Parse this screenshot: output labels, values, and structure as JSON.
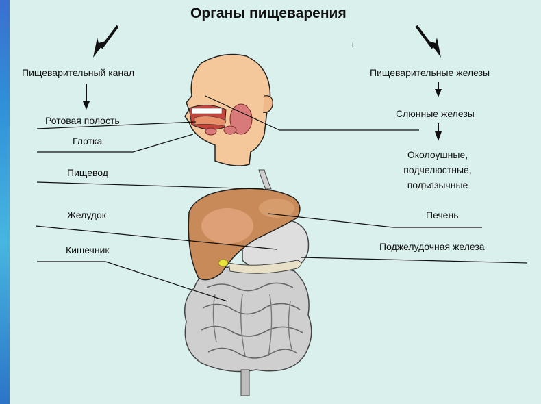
{
  "title": "Органы пищеварения",
  "marker": "+",
  "left_column": {
    "header": "Пищеварительный канал",
    "items": [
      "Ротовая полость",
      "Глотка",
      "Пищевод",
      "Желудок",
      "Кишечник"
    ]
  },
  "right_column": {
    "header": "Пищеварительные железы",
    "salivary": "Слюнные железы",
    "salivary_types": [
      "Околоушные,",
      "подчелюстные,",
      "подъязычные"
    ],
    "items": [
      "Печень",
      "Поджелудочная железа"
    ]
  },
  "colors": {
    "background": "#d9f0ec",
    "frame": "#2f8fd8",
    "skin": "#f4c89a",
    "liver": "#c98a5a",
    "stomach": "#d8d8d8",
    "intestine": "#c9c9c9"
  }
}
